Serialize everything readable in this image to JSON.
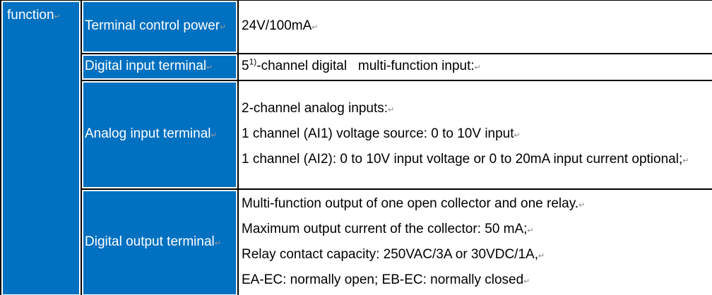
{
  "mark": "↵",
  "category": "function",
  "rows": [
    {
      "label": "Terminal control power",
      "lines": [
        "24V/100mA"
      ]
    },
    {
      "label": "Digital input terminal",
      "prefix": "5",
      "sup": "1)",
      "lines": [
        "-channel digital   multi-function input:"
      ]
    },
    {
      "label": "Analog input terminal",
      "lines": [
        "2-channel analog inputs:",
        "1 channel (AI1) voltage source: 0 to 10V input",
        "1 channel (AI2): 0 to 10V input voltage or 0 to 20mA input current optional;"
      ]
    },
    {
      "label": "Digital output terminal",
      "lines": [
        "Multi-function output of one open collector and one relay.",
        "Maximum output current of the collector: 50 mA;",
        "Relay contact capacity: 250VAC/3A or 30VDC/1A,",
        "EA-EC: normally open; EB-EC: normally closed"
      ]
    }
  ]
}
